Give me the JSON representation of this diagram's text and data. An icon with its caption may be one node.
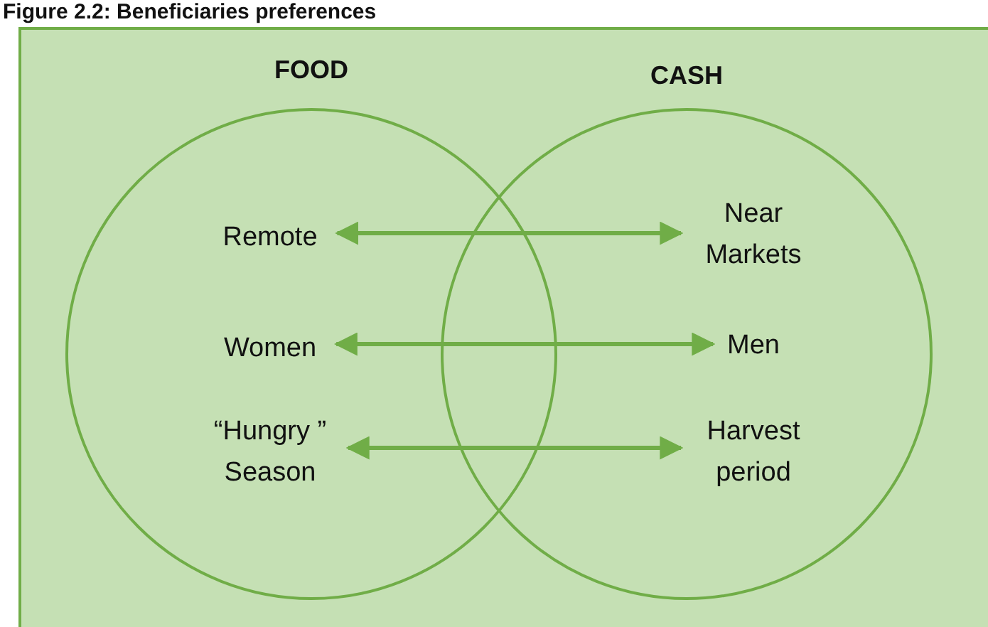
{
  "diagram": {
    "title": "Figure 2.2: Beneficiaries preferences",
    "nodes": [
      {
        "text": [
          "FOOD"
        ]
      },
      {
        "text": [
          "CASH"
        ]
      },
      {
        "text": [
          "Remote"
        ],
        "in": 0
      },
      {
        "text": [
          "Women"
        ],
        "in": 0
      },
      {
        "text": [
          "“Hungry ” Season"
        ],
        "in": 0
      },
      {
        "text": [
          "Near Markets"
        ],
        "in": 1
      },
      {
        "text": [
          "Men"
        ],
        "in": 1
      },
      {
        "text": [
          "Harvest period"
        ],
        "in": 1
      }
    ],
    "edges": [
      {
        "from": 2,
        "to": 5,
        "arrow": "both"
      },
      {
        "from": 3,
        "to": 6,
        "arrow": "both"
      },
      {
        "from": 4,
        "to": 7,
        "arrow": "both"
      }
    ]
  }
}
